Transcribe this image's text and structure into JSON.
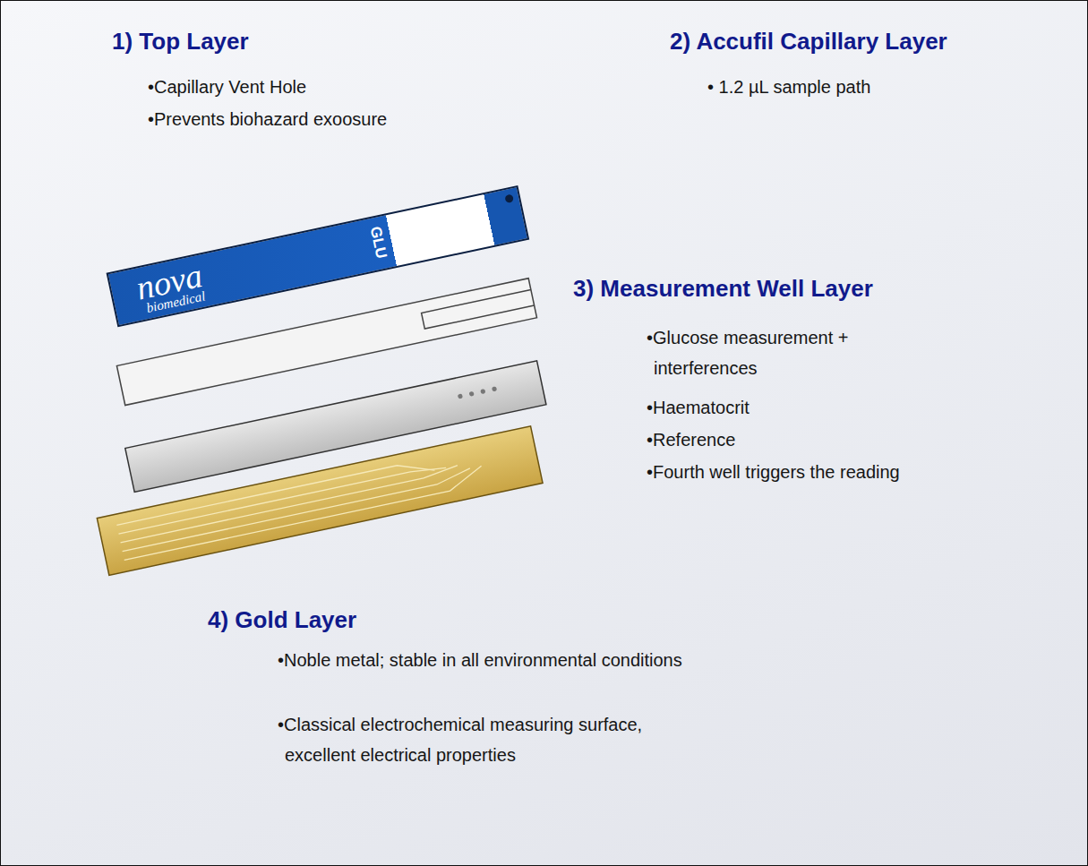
{
  "diagram": {
    "nodes": [
      {
        "text": [
          "nova",
          "biomedical",
          "GLU"
        ]
      }
    ],
    "labels": [
      "1) Top Layer",
      "•Capillary Vent Hole",
      "•Prevents biohazard exoosure",
      "2) Accufil Capillary Layer",
      "• 1.2 µL sample path",
      "3) Measurement Well Layer",
      "•Glucose measurement + interferences",
      "•Haematocrit",
      "•Reference",
      "•Fourth well triggers the reading",
      "4) Gold Layer",
      "•Noble metal; stable in all environmental conditions",
      "•Classical electrochemical measuring surface, excellent electrical properties"
    ]
  }
}
